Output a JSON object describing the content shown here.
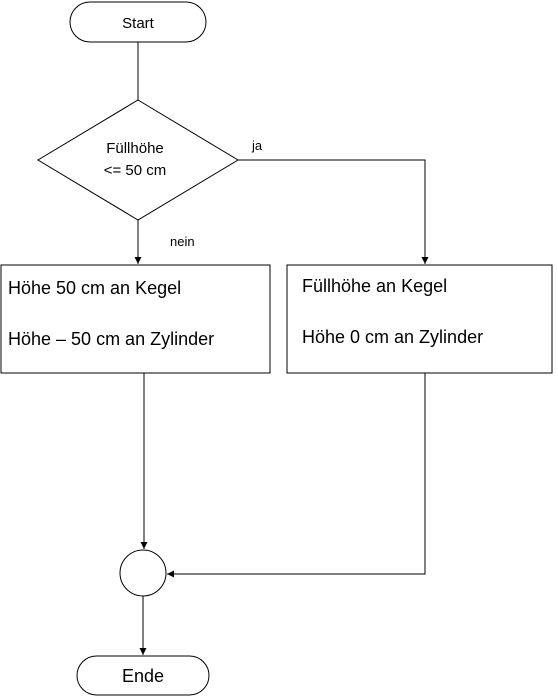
{
  "flowchart": {
    "start": {
      "label": "Start"
    },
    "decision": {
      "line1": "Füllhöhe",
      "line2": "<= 50 cm"
    },
    "branch_yes": {
      "label": "ja"
    },
    "branch_no": {
      "label": "nein"
    },
    "process_no": {
      "line1": "Höhe 50 cm an Kegel",
      "line2": "Höhe – 50 cm an Zylinder"
    },
    "process_yes": {
      "line1": "Füllhöhe an Kegel",
      "line2": "Höhe 0 cm an Zylinder"
    },
    "end": {
      "label": "Ende"
    }
  },
  "colors": {
    "stroke": "#000000",
    "fill": "#ffffff"
  }
}
